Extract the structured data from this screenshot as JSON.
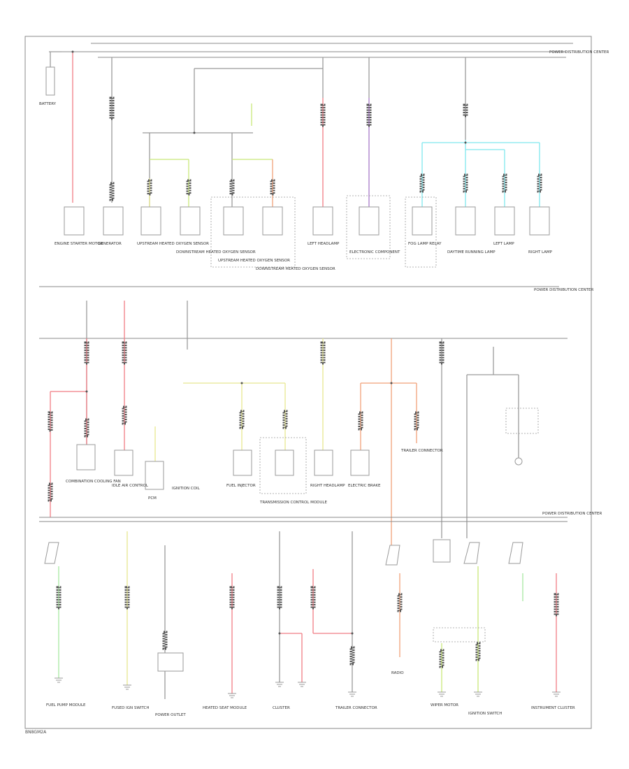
{
  "diagram": {
    "page_ref": "BN8GM2A",
    "battery_label": "BATTERY",
    "bus_label_1": "POWER DISTRIBUTION CENTER",
    "bus_label_2": "POWER DISTRIBUTION CENTER",
    "bus_label_3": "POWER DISTRIBUTION CENTER",
    "top_row": [
      "ENGINE STARTER MOTOR",
      "GENERATOR",
      "UPSTREAM HEATED OXYGEN SENSOR",
      "DOWNSTREAM HEATED OXYGEN SENSOR",
      "UPSTREAM HEATED OXYGEN SENSOR",
      "DOWNSTREAM HEATED OXYGEN SENSOR",
      "LEFT HEADLAMP",
      "ELECTRONIC COMPONENT",
      "FOG LAMP RELAY",
      "DAYTIME RUNNING LAMP",
      "LEFT LAMP",
      "RIGHT LAMP"
    ],
    "middle_row": [
      "COMBINATION COOLING FAN",
      "IDLE AIR CONTROL",
      "PCM",
      "IGNITION COIL",
      "FUEL INJECTOR",
      "TRANSMISSION CONTROL MODULE",
      "RIGHT HEADLAMP",
      "ELECTRIC BRAKE",
      "TRAILER CONNECTOR"
    ],
    "bottom_row": [
      "FUEL PUMP MODULE",
      "FUSED IGN SWITCH",
      "POWER OUTLET",
      "HEATED SEAT MODULE",
      "CLUSTER",
      "TRAILER CONNECTOR",
      "RADIO",
      "WIPER MOTOR",
      "IGNITION SWITCH",
      "INSTRUMENT CLUSTER"
    ]
  }
}
